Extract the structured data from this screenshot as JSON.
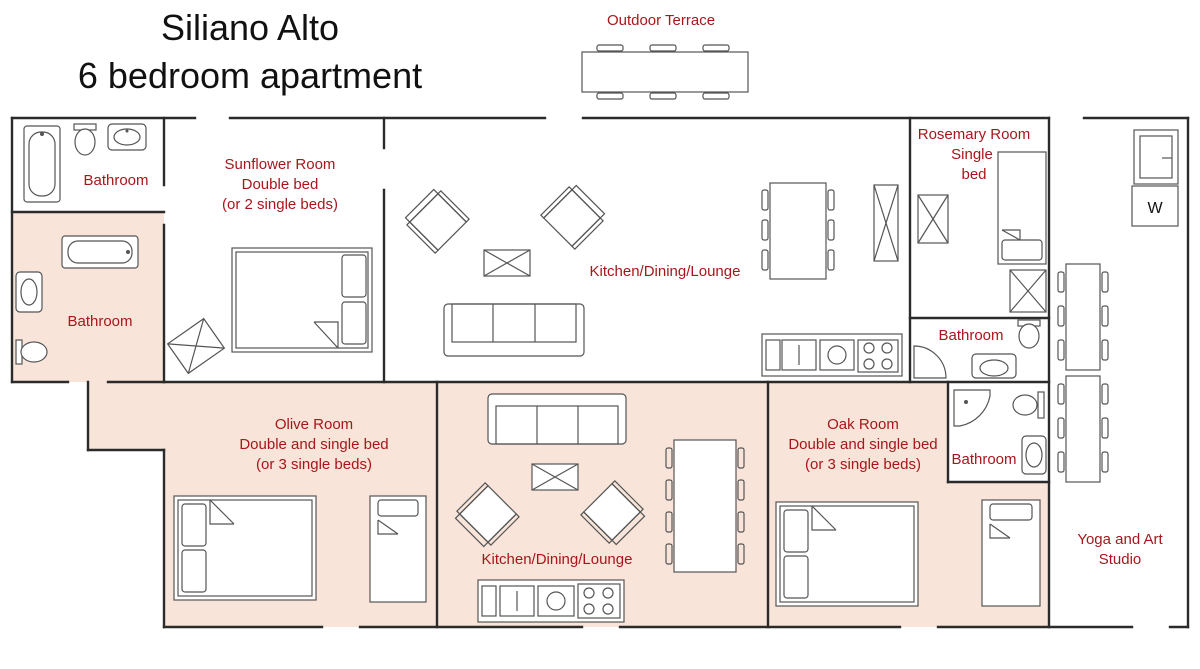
{
  "title": {
    "line1": "Siliano Alto",
    "line2": "6 bedroom apartment"
  },
  "colors": {
    "highlight_fill": "#f8e4d9",
    "label_color": "#a8161b",
    "wall_color": "#2b2b2b"
  },
  "labels": {
    "outdoor_terrace": "Outdoor Terrace",
    "bathroom_top_left": "Bathroom",
    "bathroom_left": "Bathroom",
    "sunflower_name": "Sunflower Room",
    "sunflower_bed": "Double bed",
    "sunflower_alt": "(or 2 single beds)",
    "kitchen_top": "Kitchen/Dining/Lounge",
    "rosemary_name": "Rosemary Room",
    "rosemary_bed1": "Single",
    "rosemary_bed2": "bed",
    "bathroom_rosemary": "Bathroom",
    "washer": "W",
    "olive_name": "Olive Room",
    "olive_bed": "Double and single bed",
    "olive_alt": "(or 3 single beds)",
    "kitchen_bottom": "Kitchen/Dining/Lounge",
    "oak_name": "Oak Room",
    "oak_bed": "Double and single bed",
    "oak_alt": "(or 3 single beds)",
    "bathroom_oak": "Bathroom",
    "studio_line1": "Yoga and Art",
    "studio_line2": "Studio"
  },
  "icons": [
    "bathtub-icon",
    "toilet-icon",
    "sink-icon",
    "double-bed-icon",
    "single-bed-icon",
    "armchair-icon",
    "sofa-icon",
    "coffee-table-icon",
    "dining-table-icon",
    "kitchen-sink-icon",
    "hob-icon",
    "shower-icon",
    "washing-machine-icon"
  ]
}
